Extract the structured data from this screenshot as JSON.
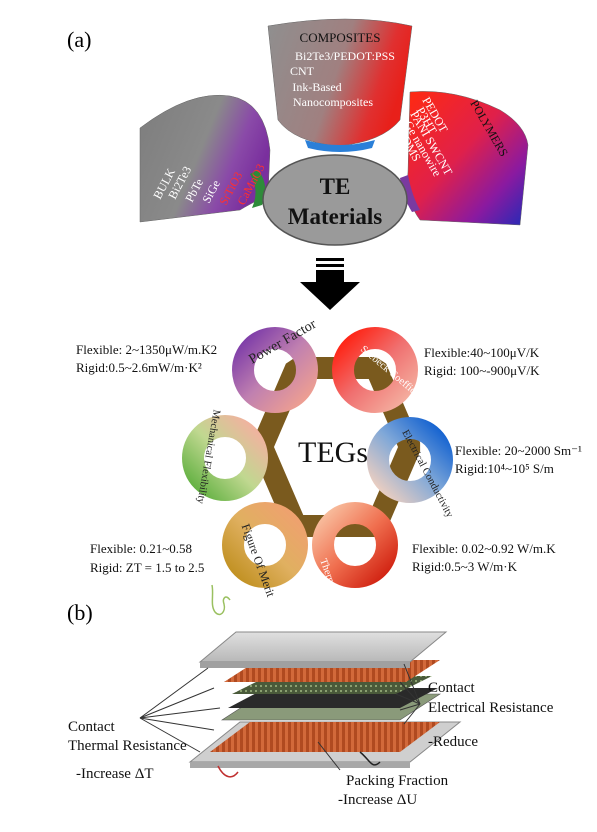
{
  "panel_a_label": "(a)",
  "panel_b_label": "(b)",
  "materials": {
    "center_title_line1": "TE",
    "center_title_line2": "Materials",
    "composites": {
      "title": "COMPOSITES",
      "items": [
        "Bi2Te3/PEDOT:PSS",
        "CNT",
        "Ink-Based",
        "Nanocomposites"
      ]
    },
    "bulk": {
      "title": "BULK",
      "items": [
        "Bi2Te3",
        "PbTe",
        "SiGe"
      ],
      "highlight_items": [
        "SrTiO3",
        "CaMnO3"
      ]
    },
    "polymers": {
      "title": "POLYMERS",
      "items": [
        "PEDOT",
        "P3HT",
        "PANI SWCNT",
        "Ge nanowire",
        "PDMS"
      ]
    }
  },
  "tegs": {
    "center_label": "TEGs",
    "rings": {
      "power_factor": "Power Factor",
      "seebeck": "Seebeck Coefficient",
      "electrical": "Electrical Conductivity",
      "thermal": "Thermal Conductivity",
      "merit": "Figure Of Merit",
      "flexibility": "Mechanical Flexibility"
    },
    "notes": {
      "power_factor": {
        "flex": "Flexible: 2~1350μW/m.K2",
        "rigid": "Rigid:0.5~2.6mW/m·K²"
      },
      "seebeck": {
        "flex": "Flexible:40~100μV/K",
        "rigid": "Rigid: 100~-900μV/K"
      },
      "electrical": {
        "flex": "Flexible: 20~2000 Sm⁻¹",
        "rigid": "Rigid:10⁴~10⁵ S/m"
      },
      "thermal": {
        "flex": "Flexible: 0.02~0.92 W/m.K",
        "rigid": "Rigid:0.5~3 W/m·K"
      },
      "merit": {
        "flex": "Flexible: 0.21~0.58",
        "rigid": "Rigid: ZT = 1.5 to 2.5"
      }
    }
  },
  "panel_b": {
    "contact_thermal_line1": "Contact",
    "contact_thermal_line2": "Thermal Resistance",
    "increase_dt": "-Increase ΔT",
    "contact_electrical_line1": "Contact",
    "contact_electrical_line2": "Electrical Resistance",
    "reduce": "-Reduce",
    "packing_fraction": "Packing Fraction",
    "increase_du": "-Increase ΔU"
  },
  "colors": {
    "connector": "#7a5a1e",
    "bulk_gray": "#808080",
    "center_gray": "#9a9a9a",
    "red": "#e8201a",
    "blue": "#1f3da8",
    "purple": "#7a3aa0",
    "green": "#2e8b3a",
    "orange": "#d9822b"
  }
}
